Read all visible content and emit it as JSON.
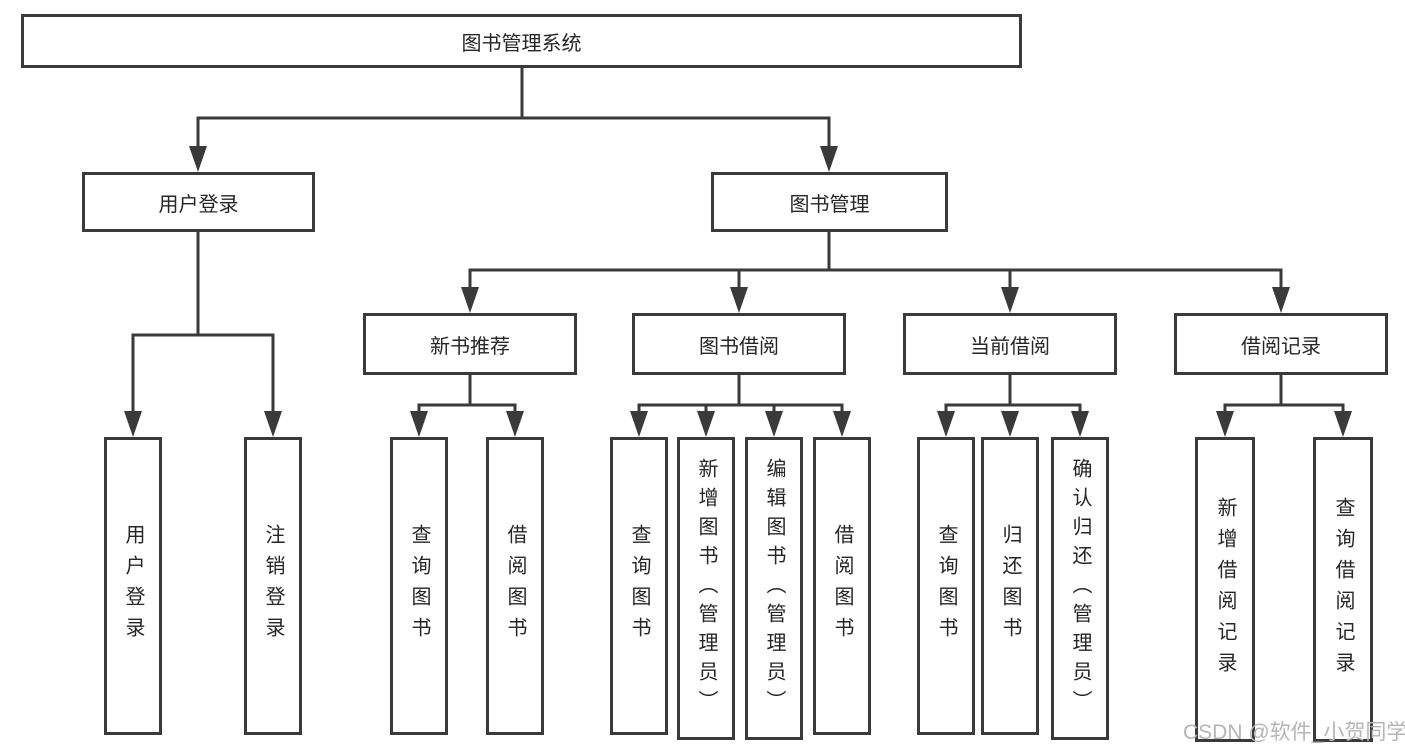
{
  "colors": {
    "line": "#3a3a3a",
    "text": "#262626",
    "watermark": "#b5b5b5",
    "background": "#ffffff"
  },
  "watermark": {
    "text": "CSDN @软件_小贺同学"
  },
  "tree": {
    "root": "图书管理系统",
    "branches": [
      {
        "label": "用户登录",
        "children": [
          "用户登录",
          "注销登录"
        ]
      },
      {
        "label": "图书管理",
        "groups": [
          {
            "label": "新书推荐",
            "children": [
              "查询图书",
              "借阅图书"
            ]
          },
          {
            "label": "图书借阅",
            "children": [
              "查询图书",
              "新增图书（管理员）",
              "编辑图书（管理员）",
              "借阅图书"
            ]
          },
          {
            "label": "当前借阅",
            "children": [
              "查询图书",
              "归还图书",
              "确认归还（管理员）"
            ]
          },
          {
            "label": "借阅记录",
            "children": [
              "新增借阅记录",
              "查询借阅记录"
            ]
          }
        ]
      }
    ]
  }
}
